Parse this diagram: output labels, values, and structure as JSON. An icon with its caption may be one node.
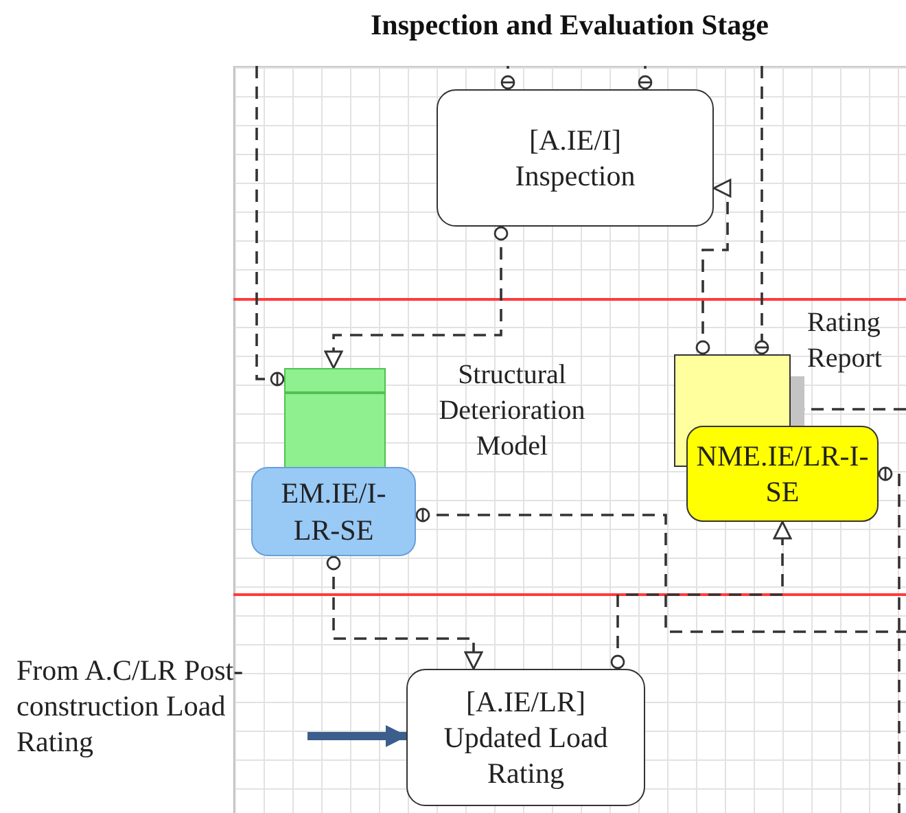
{
  "diagram": {
    "title": "Inspection and Evaluation Stage",
    "nodes": [
      {
        "text": [
          "[A.IE/I]",
          "Inspection"
        ]
      },
      {
        "text": [],
        "shape": "box"
      },
      {
        "text": [
          "EM.IE/I-LR-SE"
        ]
      },
      {
        "text": [],
        "shape": "box",
        "beside": [
          "Rating Report"
        ]
      },
      {
        "text": [
          "NME.IE/LR-I-SE"
        ]
      },
      {
        "text": [
          "[A.IE/LR]",
          "Updated Load Rating"
        ]
      },
      {
        "text": [
          "From A.C/LR Post-construction Load Rating"
        ]
      }
    ],
    "edges": [
      {
        "from": 0,
        "to": null,
        "arrow": "other",
        "style": "dashed"
      },
      {
        "from": 0,
        "to": null,
        "arrow": "other",
        "style": "dashed"
      },
      {
        "from": null,
        "to": 1,
        "arrow": "other",
        "style": "dashed"
      },
      {
        "from": null,
        "to": 3,
        "arrow": "other",
        "style": "dashed"
      },
      {
        "from": 0,
        "to": 1,
        "arrow": "to",
        "style": "dashed"
      },
      {
        "from": 3,
        "to": 0,
        "arrow": "to",
        "style": "dashed"
      },
      {
        "from": 3,
        "to": null,
        "arrow": "other",
        "style": "dashed"
      },
      {
        "from": 4,
        "to": null,
        "arrow": "other",
        "style": "dashed"
      },
      {
        "from": 2,
        "to": null,
        "arrow": "other",
        "style": "dashed"
      },
      {
        "from": 2,
        "to": 5,
        "arrow": "to",
        "style": "dashed"
      },
      {
        "from": 5,
        "to": 4,
        "arrow": "to",
        "style": "dashed"
      },
      {
        "from": 6,
        "to": 5,
        "arrow": "to",
        "style": "thick",
        "color": "#3b5e8c"
      }
    ],
    "labels": [
      "Structural Deterioration Model"
    ]
  }
}
